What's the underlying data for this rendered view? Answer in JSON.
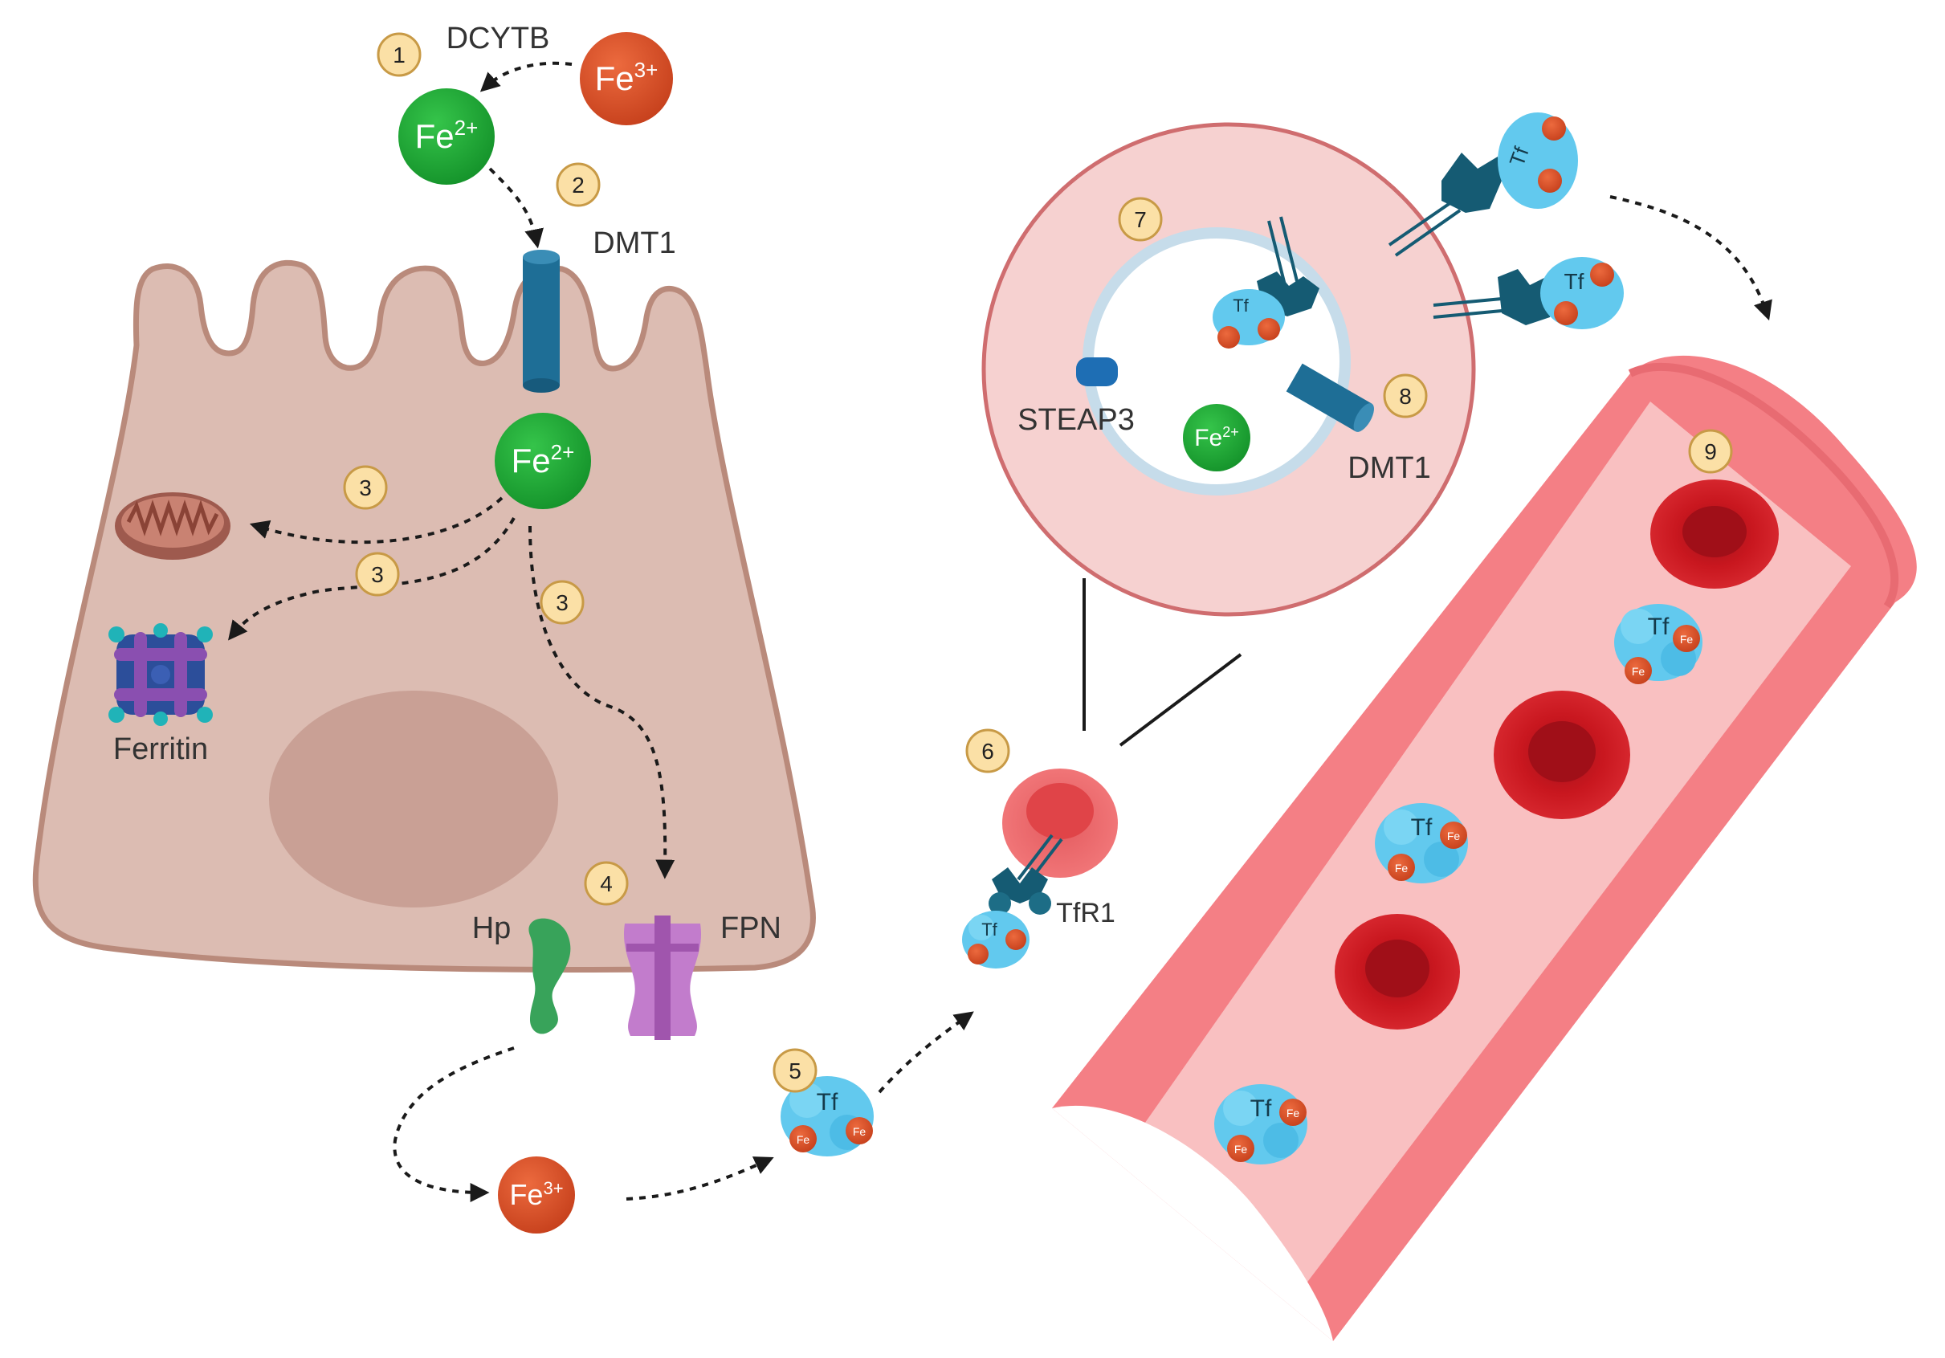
{
  "labels": {
    "dcytb": "DCYTB",
    "dmt1_top": "DMT1",
    "dmt1_inset": "DMT1",
    "ferritin": "Ferritin",
    "hp": "Hp",
    "fpn": "FPN",
    "steap3": "STEAP3",
    "tfr1": "TfR1"
  },
  "ions": {
    "fe2": {
      "base": "Fe",
      "charge": "2+"
    },
    "fe3": {
      "base": "Fe",
      "charge": "3+"
    },
    "fe_small": "Fe",
    "tf": "Tf"
  },
  "steps": [
    "1",
    "2",
    "3",
    "3",
    "3",
    "4",
    "5",
    "6",
    "7",
    "8",
    "9"
  ],
  "colors": {
    "cell_fill": "#dcbcb2",
    "cell_stroke": "#b98a7b",
    "nucleus": "#c9a095",
    "fe2_green": "#1ea832",
    "fe3_orange": "#e0502a",
    "dmt1_blue": "#1e6e96",
    "badge_fill": "#fbe0a6",
    "badge_stroke": "#c89a46",
    "vessel_outer": "#f47f85",
    "vessel_inner": "#f9c0c1",
    "rbc": "#c9171f",
    "transferrin": "#62c9ee",
    "receptor": "#155b73",
    "hp_green": "#38a35a",
    "fpn_purple": "#b869c6",
    "inset_fill": "#f6d1d0",
    "inset_stroke": "#cf6d6f"
  }
}
